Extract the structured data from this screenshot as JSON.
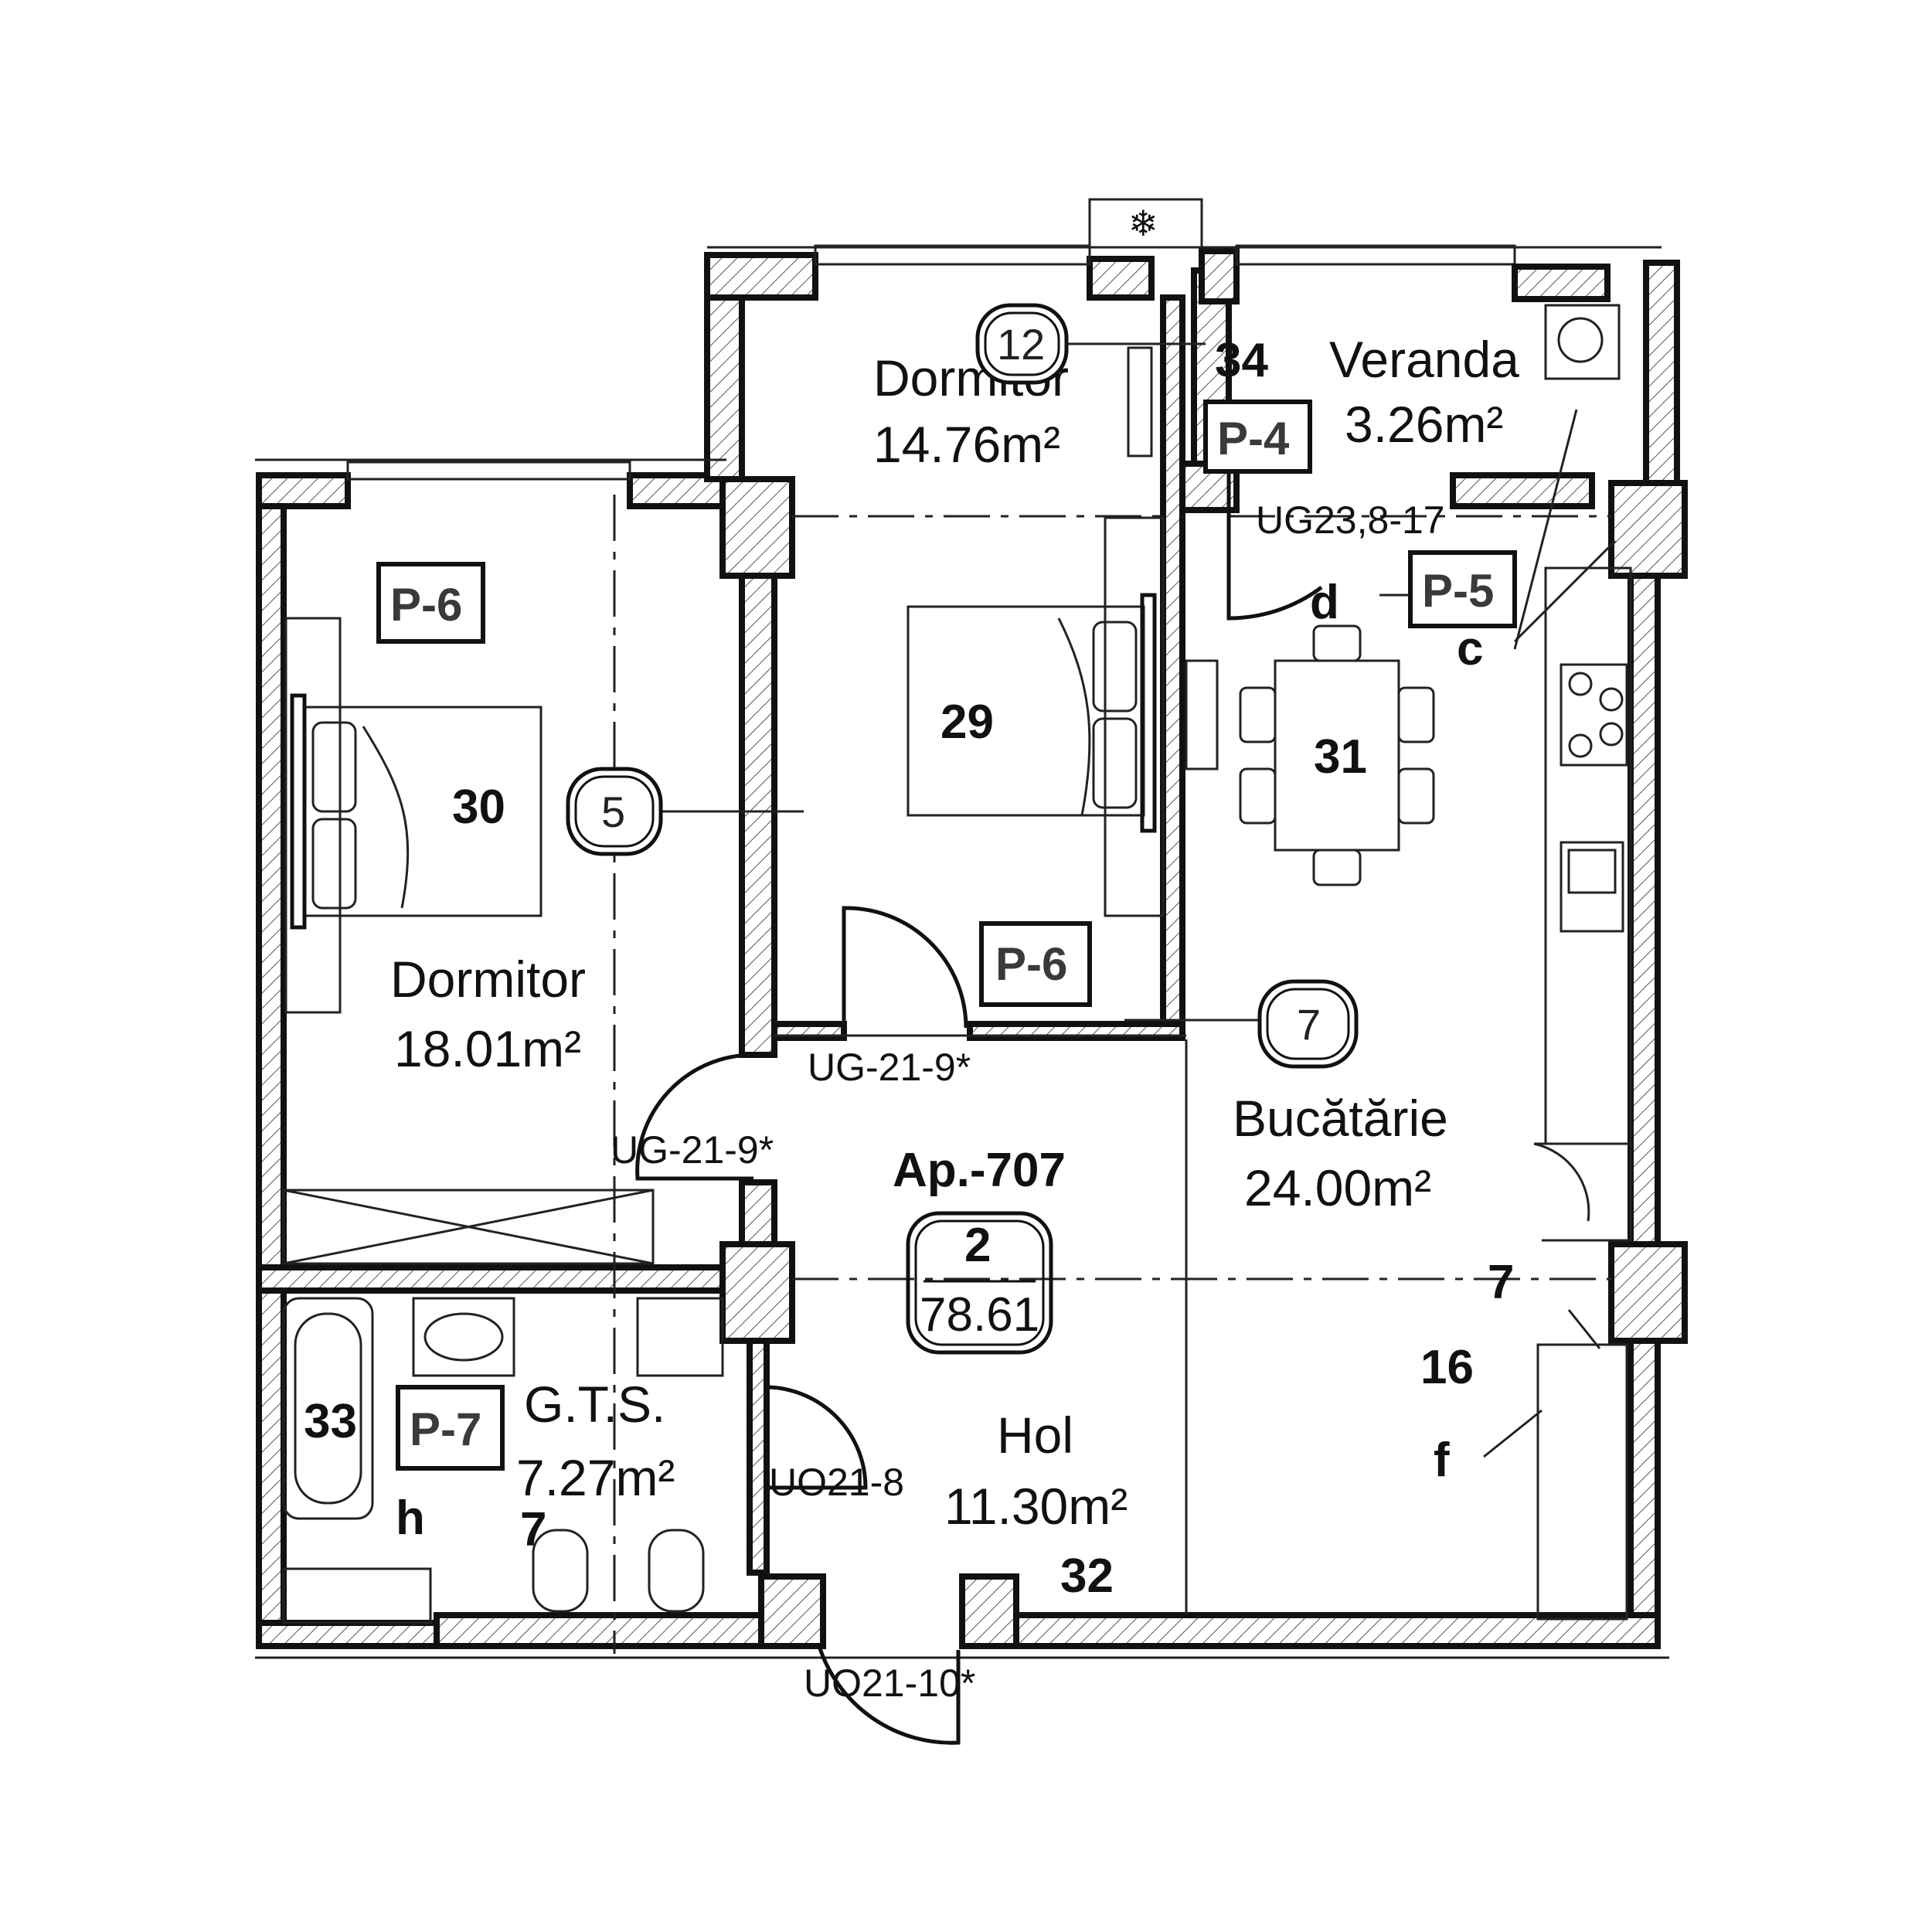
{
  "apartment": {
    "label": "Ap.-707",
    "rooms_count": "2",
    "total_area": "78.61"
  },
  "rooms": {
    "dormitor_small": {
      "name": "Dormitor",
      "area": "14.76m²"
    },
    "veranda": {
      "name": "Veranda",
      "area": "3.26m²"
    },
    "dormitor_large": {
      "name": "Dormitor",
      "area": "18.01m²"
    },
    "bucatarie": {
      "name": "Bucătărie",
      "area": "24.00m²"
    },
    "gts": {
      "name": "G.T.S.",
      "area": "7.27m²"
    },
    "hol": {
      "name": "Hol",
      "area": "11.30m²"
    }
  },
  "furniture_numbers": {
    "n29": "29",
    "n30": "30",
    "n31": "31",
    "n32": "32",
    "n33": "33",
    "n34": "34",
    "n7a": "7",
    "n7b": "7",
    "n16": "16"
  },
  "circle_tags": {
    "t12": "12",
    "t5": "5",
    "t7": "7"
  },
  "partition_tags": {
    "p4": "P-4",
    "p5": "P-5",
    "p6a": "P-6",
    "p6b": "P-6",
    "p7": "P-7"
  },
  "letters": {
    "c": "c",
    "d": "d",
    "f": "f",
    "h": "h"
  },
  "door_codes": {
    "ug23": "UG23,8-17",
    "ug21a": "UG-21-9*",
    "ug21b": "UG-21-9*",
    "uo21_8": "UO21-8",
    "uo21_10": "UO21-10*"
  }
}
